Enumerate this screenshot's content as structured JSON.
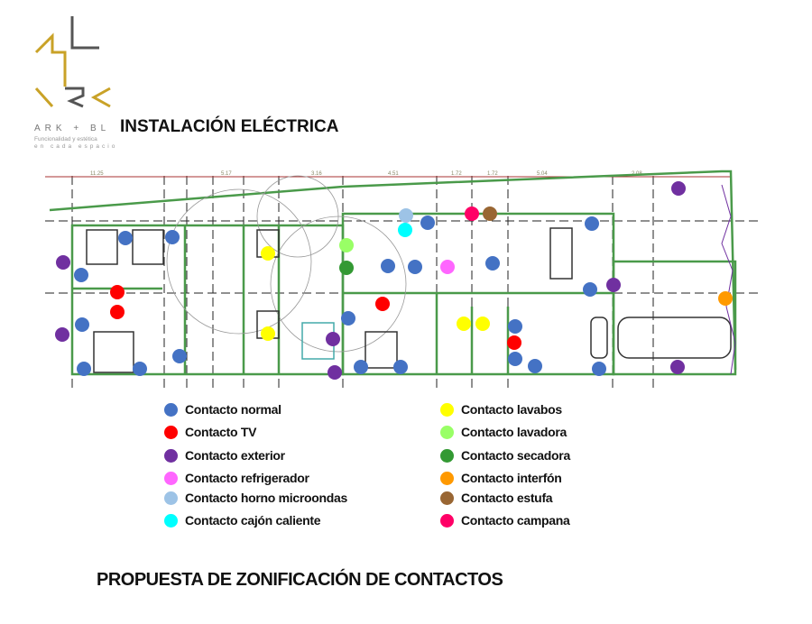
{
  "header": {
    "title": "INSTALACIÓN ELÉCTRICA",
    "logo": {
      "brand": "ARK + BL",
      "tagline_1": "Funcionalidad y estética",
      "tagline_2": "en cada espacio"
    }
  },
  "plan": {
    "dimensions": [
      "11.25",
      "5.17",
      "3.16",
      "4.51",
      "1.72",
      "1.72",
      "5.04",
      "2.08"
    ]
  },
  "legend": [
    {
      "label": "Contacto normal",
      "color": "#4472c4"
    },
    {
      "label": "Contacto TV",
      "color": "#ff0000"
    },
    {
      "label": "Contacto exterior",
      "color": "#7030a0"
    },
    {
      "label": "Contacto refrigerador",
      "color": "#ff66ff"
    },
    {
      "label": "Contacto horno microondas",
      "color": "#9dc3e6"
    },
    {
      "label": "Contacto cajón caliente",
      "color": "#00ffff"
    },
    {
      "label": "Contacto lavabos",
      "color": "#ffff00"
    },
    {
      "label": "Contacto lavadora",
      "color": "#99ff66"
    },
    {
      "label": "Contacto secadora",
      "color": "#339933"
    },
    {
      "label": "Contacto interfón",
      "color": "#ff9900"
    },
    {
      "label": "Contacto estufa",
      "color": "#996633"
    },
    {
      "label": "Contacto campana",
      "color": "#ff0066"
    }
  ],
  "footer": {
    "title": "PROPUESTA DE ZONIFICACIÓN DE CONTACTOS"
  }
}
